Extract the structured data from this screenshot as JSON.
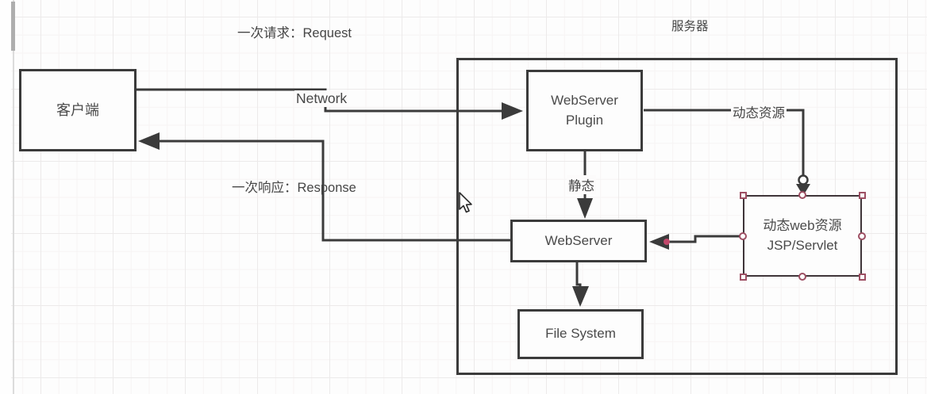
{
  "diagram": {
    "labels": {
      "request": "一次请求：Request",
      "response": "一次响应：Response",
      "network": "Network",
      "server": "服务器",
      "static": "静态",
      "dynamic": "动态资源"
    },
    "nodes": {
      "client": {
        "label": "客户端"
      },
      "webserver_plugin": {
        "line1": "WebServer",
        "line2": "Plugin"
      },
      "webserver": {
        "label": "WebServer"
      },
      "file_system": {
        "label": "File System"
      },
      "dynamic_web": {
        "line1": "动态web资源",
        "line2": "JSP/Servlet"
      }
    },
    "colors": {
      "line": "#3b3b3b",
      "text": "#4a4a4a",
      "selection_handle": "#9d4f63",
      "connector_endpoint_dot": "#c2486b",
      "grid_major": "#eceaea",
      "grid_minor": "#f6f4f4"
    }
  }
}
